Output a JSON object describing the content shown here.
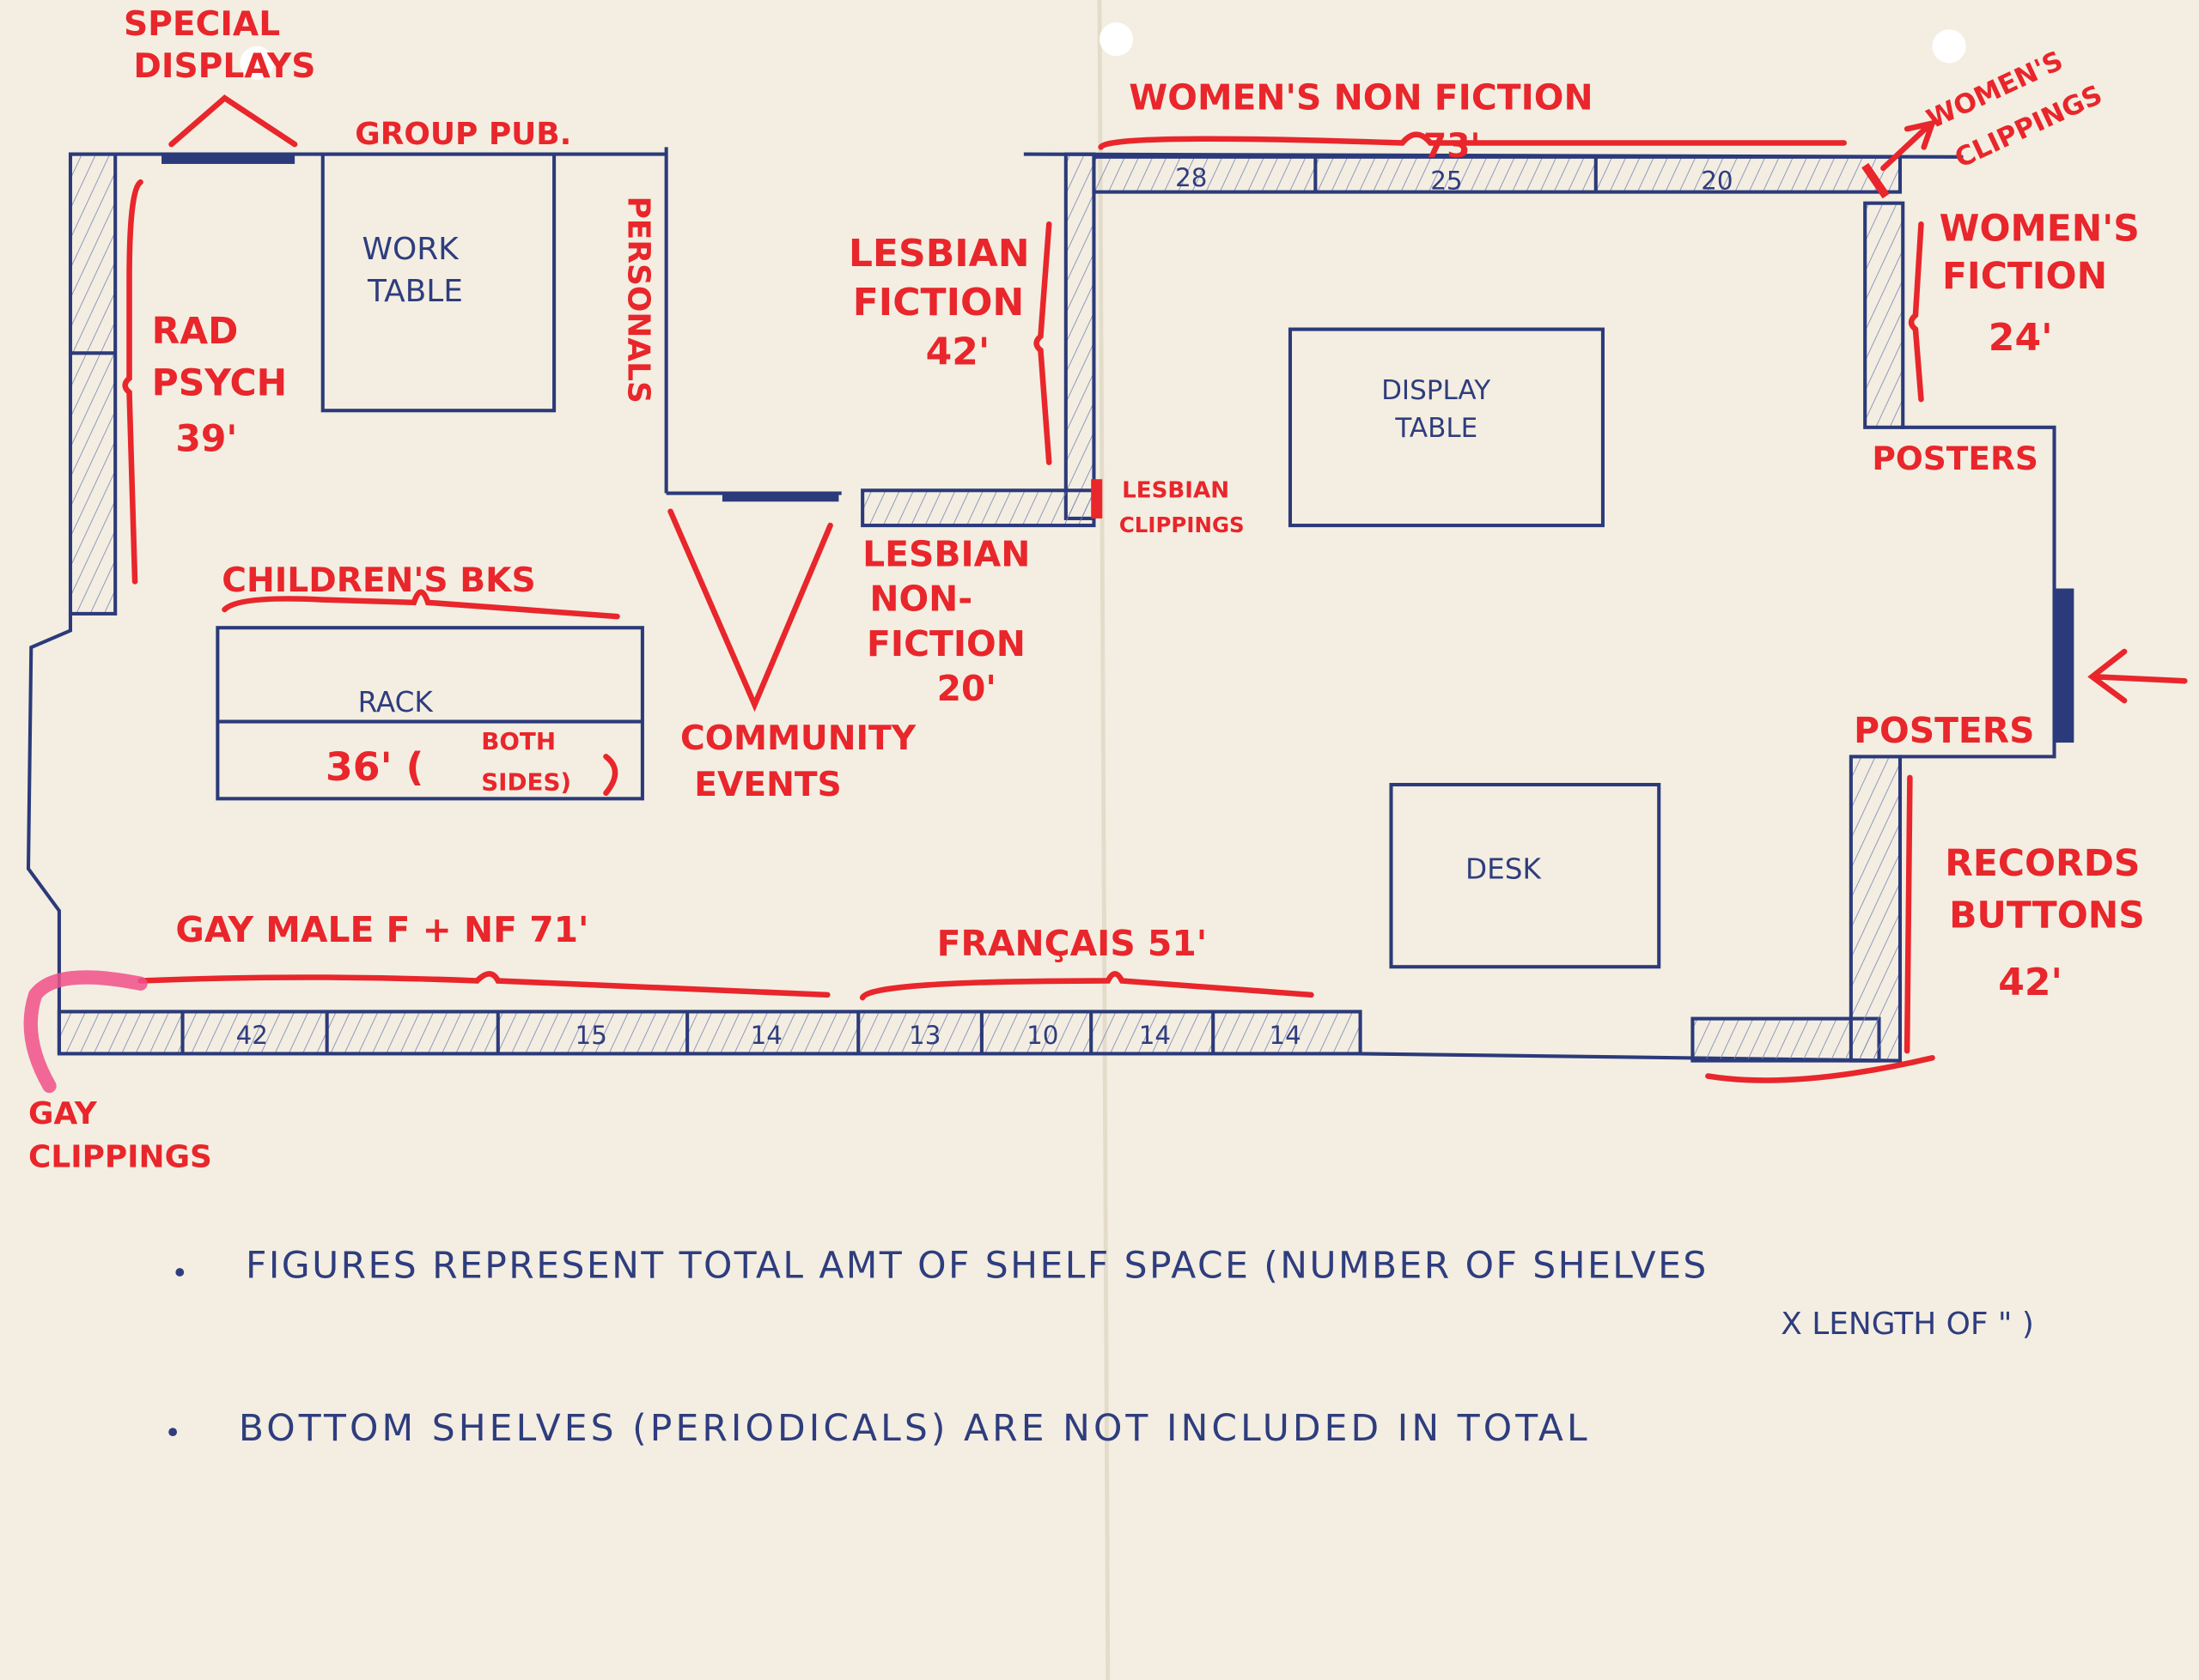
{
  "colors": {
    "paper": "#f3eee1",
    "ink_blue": "#2b3a7a",
    "marker_red": "#e8262b",
    "highlighter_pink": "#f0508a"
  },
  "labels": {
    "special_displays": [
      "SPECIAL",
      "DISPLAYS"
    ],
    "group_pub": "GROUP PUB.",
    "work_table": [
      "WORK",
      "TABLE"
    ],
    "personals": "PERSONALS",
    "rad_psych": [
      "RAD",
      "PSYCH",
      "39'"
    ],
    "childrens_bks": "CHILDREN'S BKS",
    "rack": "RACK",
    "rack_size": [
      "36' (",
      "BOTH",
      "SIDES)"
    ],
    "community_events": [
      "COMMUNITY",
      "EVENTS"
    ],
    "lesbian_fiction": [
      "LESBIAN",
      "FICTION",
      "42'"
    ],
    "lesbian_clippings": [
      "LESBIAN",
      "CLIPPINGS"
    ],
    "lesbian_nonfiction": [
      "LESBIAN",
      "NON-",
      "FICTION",
      "20'"
    ],
    "womens_nonfiction": "WOMEN'S  NON  FICTION",
    "womens_nonfiction_total": "73'",
    "womens_nonfiction_shelves": [
      "28",
      "25",
      "20"
    ],
    "womens_clippings": [
      "WOMEN'S",
      "CLIPPINGS"
    ],
    "womens_fiction": [
      "WOMEN'S",
      "FICTION",
      "24'"
    ],
    "display_table": [
      "DISPLAY",
      "TABLE"
    ],
    "posters_top": "POSTERS",
    "posters_bottom": "POSTERS",
    "records_buttons": [
      "RECORDS",
      "BUTTONS",
      "42'"
    ],
    "desk": "DESK",
    "gay_male": "GAY MALE  F + NF    71'",
    "francais": "FRANÇAIS   51'",
    "bottom_shelves": [
      "42",
      "15",
      "14",
      "13",
      "10",
      "14",
      "14"
    ],
    "gay_clippings": [
      "GAY",
      "CLIPPINGS"
    ]
  },
  "notes": [
    "FIGURES REPRESENT TOTAL AMT OF SHELF SPACE (NUMBER OF SHELVES",
    "X LENGTH OF \" )",
    "BOTTOM SHELVES (PERIODICALS) ARE NOT INCLUDED IN TOTAL"
  ],
  "icons": {
    "entrance": "arrow-left-icon",
    "clippings_pointer": "arrow-up-right-icon"
  }
}
